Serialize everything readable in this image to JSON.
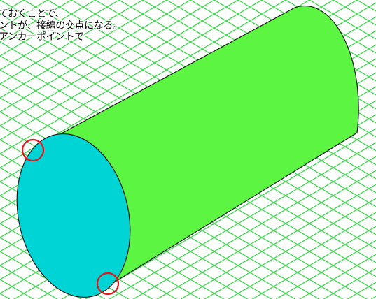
{
  "note": {
    "lines": [
      "ておくことで、",
      "ントが、接線の交点になる。",
      "アンカーポイントで"
    ]
  },
  "colors": {
    "background": "#ffffff",
    "grid": "#3ad94a",
    "cylinder_body": "#5cf542",
    "cylinder_end": "#00d4d4",
    "outline": "#1a1a1a",
    "highlight_circle": "#e8141c"
  },
  "icons": {
    "highlight_marker": "red-circle-outline"
  }
}
